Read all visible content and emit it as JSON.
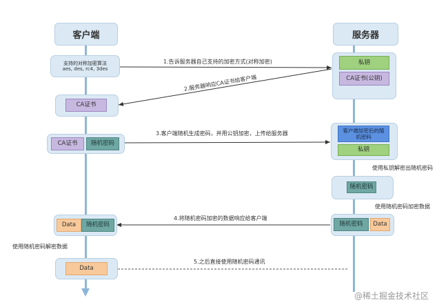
{
  "lanes": {
    "client": {
      "title": "客户端"
    },
    "server": {
      "title": "服务器"
    }
  },
  "client": {
    "supported_box": {
      "line1": "支持的对称加密算法",
      "line2": "aes, des, rc4, 3des"
    },
    "ca_box": {
      "ca": "CA证书"
    },
    "gen_box": {
      "ca": "CA证书",
      "random": "随机密码"
    },
    "data_random_box": {
      "data": "Data",
      "random": "随机密码"
    },
    "decrypt_note": "使用随机密码解密数据",
    "final_box": {
      "data": "Data"
    }
  },
  "server": {
    "key_box": {
      "private_key": "私钥",
      "ca_public": "CA证书(公钥)"
    },
    "encrypted_box": {
      "encrypted_random": "客户端加密后的随机密码",
      "private_key": "私钥"
    },
    "decrypt_note": "使用私钥解密出随机密码",
    "random_box": {
      "random": "随机密码"
    },
    "encrypt_note": "使用随机密码加密数据",
    "random_data_box": {
      "random": "随机密码",
      "data": "Data"
    }
  },
  "messages": [
    {
      "step": 1,
      "label": "1.告诉服务器自己支持的加密方式(对称加密)",
      "direction": "client-to-server",
      "style": "solid"
    },
    {
      "step": 2,
      "label": "2.服务器响应CA证书给客户端",
      "direction": "server-to-client",
      "style": "solid"
    },
    {
      "step": 3,
      "label": "3.客户端随机生成密码，并用公钥加密，上传给服务器",
      "direction": "client-to-server",
      "style": "solid"
    },
    {
      "step": 4,
      "label": "4.将随机密码加密的数据响应给客户端",
      "direction": "server-to-client",
      "style": "solid"
    },
    {
      "step": 5,
      "label": "5.之后直接使用随机密码通讯",
      "direction": "client-to-server",
      "style": "dashed"
    }
  ],
  "watermark": "@稀土掘金技术社区",
  "colors": {
    "lane": "#8db6d8",
    "box_bg": "#dbe9f4",
    "purple": "#c7b8e0",
    "green": "#9fd17e",
    "teal": "#6fa7a3",
    "orange": "#f8c99a",
    "blue": "#5b91e0"
  }
}
